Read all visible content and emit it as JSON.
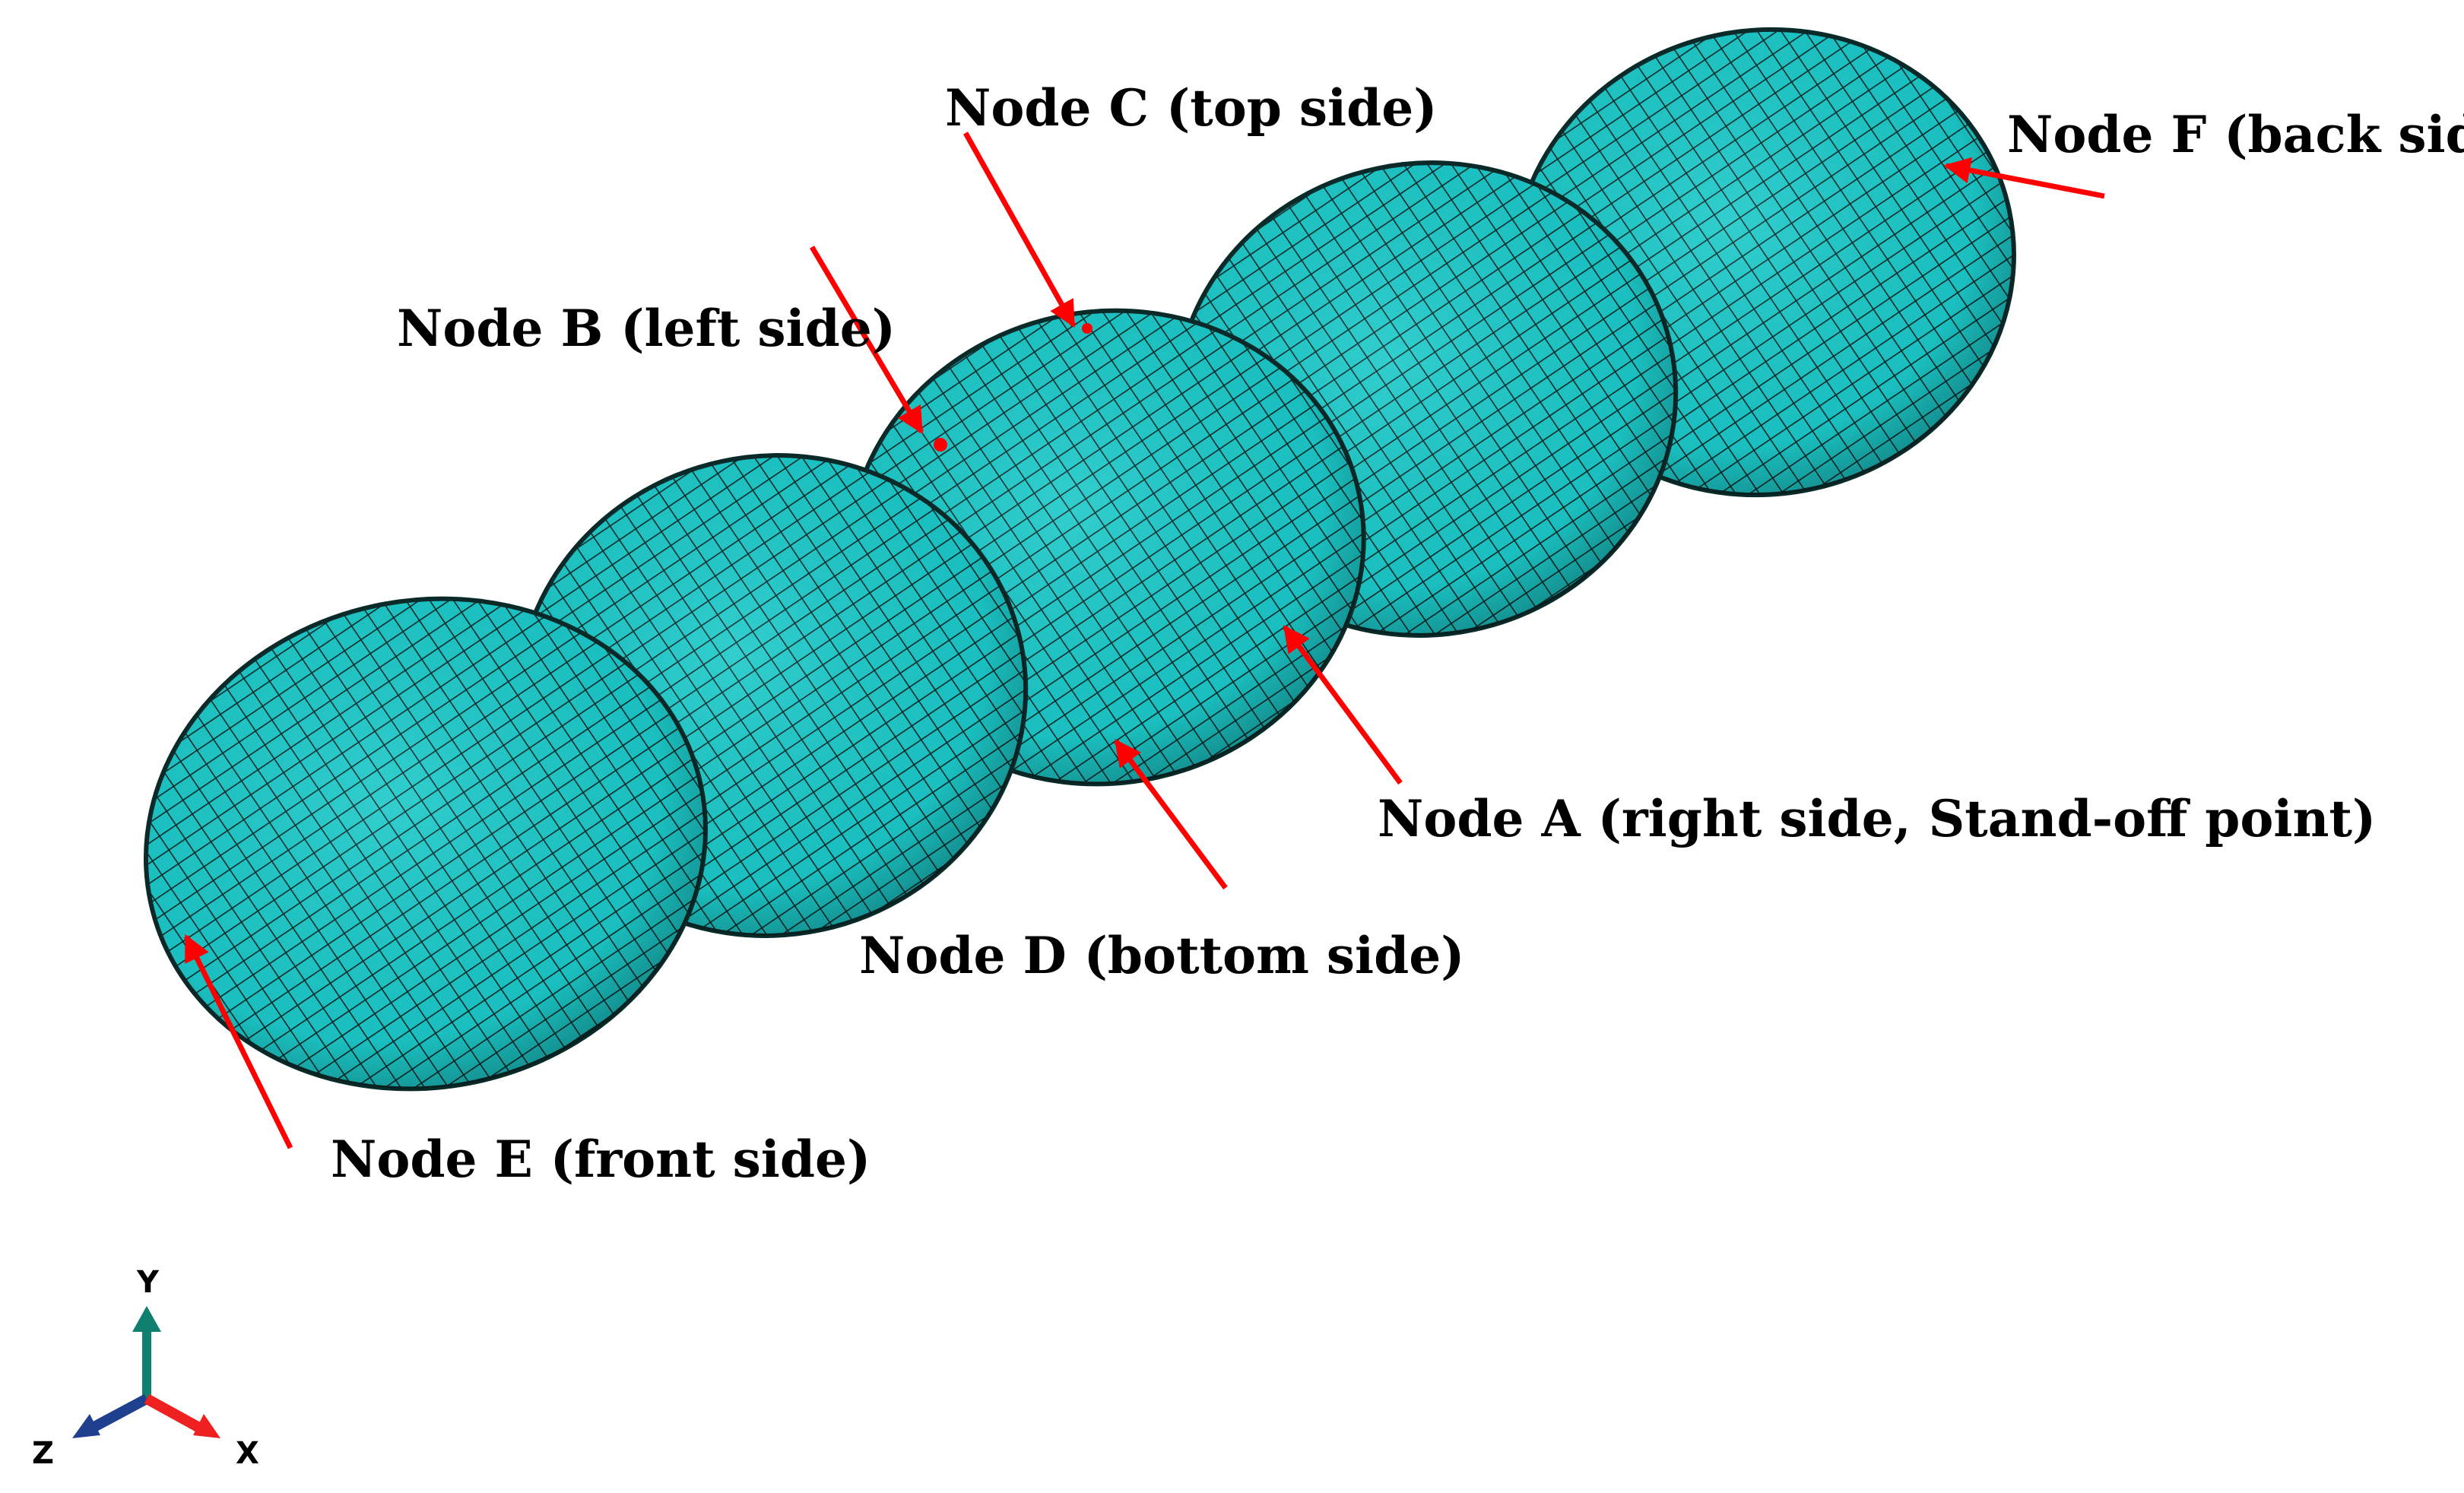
{
  "colors": {
    "mesh_fill": "#19c7c7",
    "mesh_fill_shade": "#0e9c9c",
    "mesh_line": "#0a2a2a",
    "arrow": "#ff0000",
    "axis_y": "#0f7f6f",
    "axis_z": "#1f3f8f",
    "axis_x": "#ee2020"
  },
  "model": {
    "description_icon": "ellipsoid-chain-mesh",
    "segments": 5
  },
  "labels": {
    "node_a": "Node A (right side, Stand-off point)",
    "node_b": "Node B (left side)",
    "node_c": "Node C (top side)",
    "node_d": "Node D (bottom side)",
    "node_e": "Node E (front side)",
    "node_f": "Node F (back side)"
  },
  "triad": {
    "y": "Y",
    "z": "Z",
    "x": "X"
  }
}
